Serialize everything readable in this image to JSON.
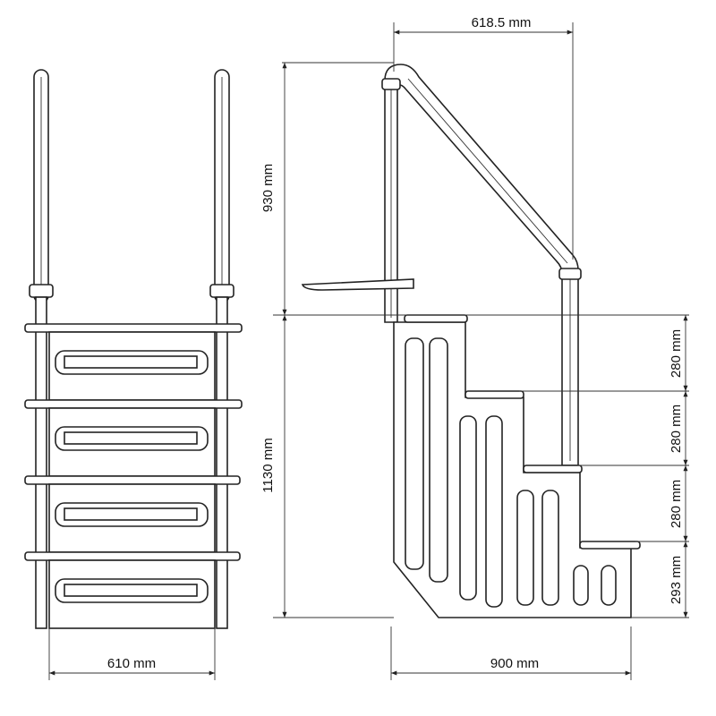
{
  "dimensions": {
    "handrail_reach": "618.5 mm",
    "handrail_height": "930 mm",
    "total_height": "1130 mm",
    "step_rise_1": "280 mm",
    "step_rise_2": "280 mm",
    "step_rise_3": "280 mm",
    "step_rise_bottom": "293 mm",
    "front_width": "610 mm",
    "side_depth": "900 mm"
  }
}
